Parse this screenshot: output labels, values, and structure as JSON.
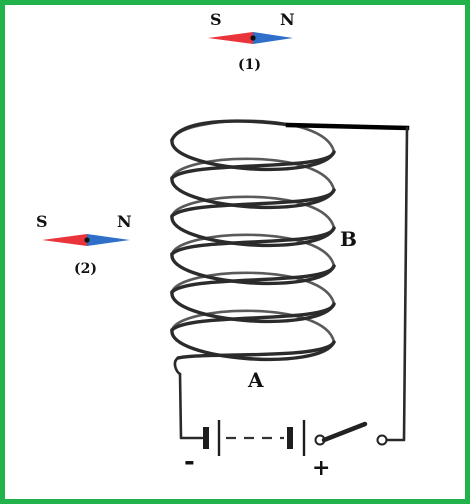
{
  "compass_1": {
    "south_label": "S",
    "north_label": "N",
    "caption": "(1)",
    "south_color": "#e8343a",
    "north_color": "#2f6fc9"
  },
  "compass_2": {
    "south_label": "S",
    "north_label": "N",
    "caption": "(2)",
    "south_color": "#e8343a",
    "north_color": "#2f6fc9"
  },
  "solenoid": {
    "end_a_label": "A",
    "end_b_label": "B"
  },
  "battery": {
    "negative_label": "-",
    "positive_label": "+"
  },
  "frame_color": "#21b24b"
}
